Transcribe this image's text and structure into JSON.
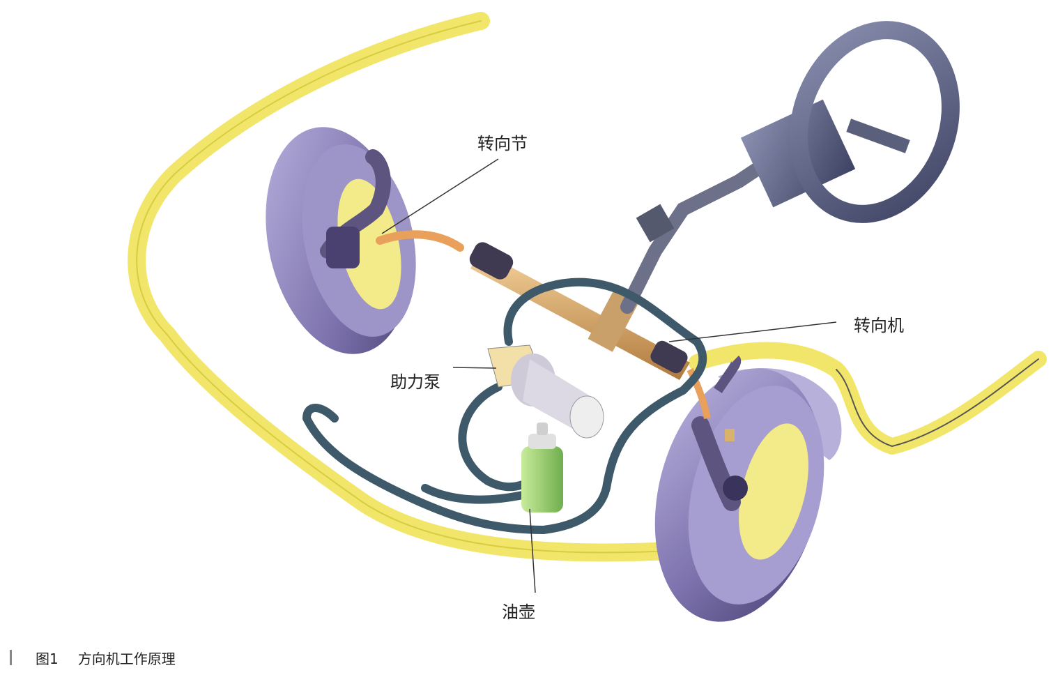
{
  "labels": {
    "knuckle": "转向节",
    "steering_gear": "转向机",
    "pump": "助力泵",
    "reservoir": "油壶"
  },
  "caption": {
    "number": "图1",
    "title": "方向机工作原理"
  },
  "colors": {
    "car_outline": "#f2e66a",
    "tire": "#8a80b8",
    "hose": "#3e5a6a",
    "rack": "#e8b478",
    "reservoir": "#9fd07a"
  }
}
